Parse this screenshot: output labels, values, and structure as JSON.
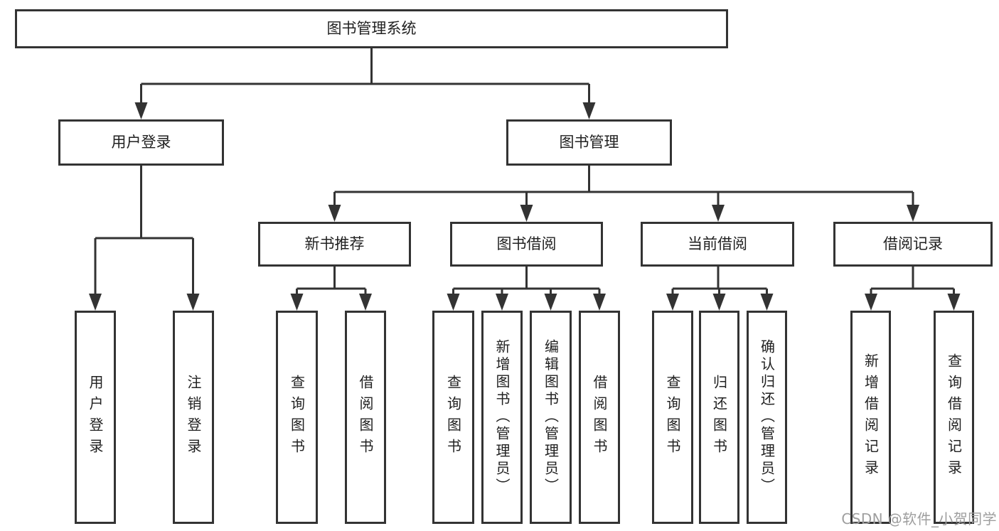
{
  "watermark": "CSDN @软件_小贺同学",
  "colors": {
    "line": "#333333",
    "border": "#333333",
    "text": "#212121",
    "background": "#ffffff",
    "watermark": "#9e9e9e"
  },
  "tree": {
    "label": "图书管理系统",
    "children": [
      {
        "label": "用户登录",
        "children": [
          {
            "label": "用户登录"
          },
          {
            "label": "注销登录"
          }
        ]
      },
      {
        "label": "图书管理",
        "children": [
          {
            "label": "新书推荐",
            "children": [
              {
                "label": "查询图书"
              },
              {
                "label": "借阅图书"
              }
            ]
          },
          {
            "label": "图书借阅",
            "children": [
              {
                "label": "查询图书"
              },
              {
                "label": "新增图书（管理员）"
              },
              {
                "label": "编辑图书（管理员）"
              },
              {
                "label": "借阅图书"
              }
            ]
          },
          {
            "label": "当前借阅",
            "children": [
              {
                "label": "查询图书"
              },
              {
                "label": "归还图书"
              },
              {
                "label": "确认归还（管理员）"
              }
            ]
          },
          {
            "label": "借阅记录",
            "children": [
              {
                "label": "新增借阅记录"
              },
              {
                "label": "查询借阅记录"
              }
            ]
          }
        ]
      }
    ]
  }
}
